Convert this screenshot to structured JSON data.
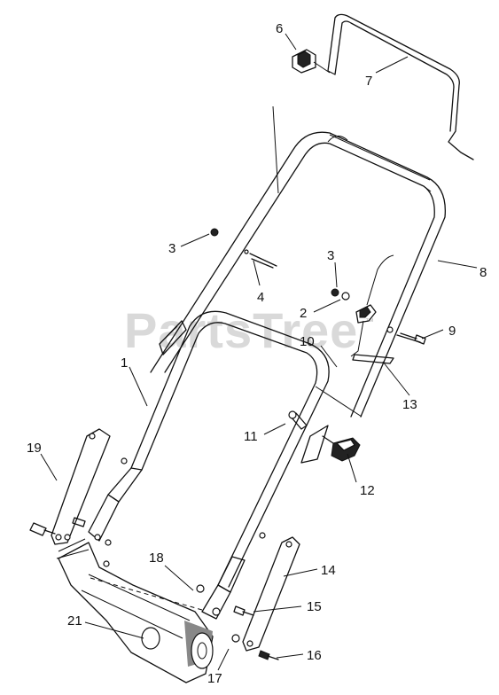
{
  "watermark": {
    "text": "PartsTree",
    "mark": "™"
  },
  "callouts": [
    {
      "id": "c1",
      "text": "1"
    },
    {
      "id": "c2",
      "text": "2"
    },
    {
      "id": "c3a",
      "text": "3"
    },
    {
      "id": "c3b",
      "text": "3"
    },
    {
      "id": "c4",
      "text": "4"
    },
    {
      "id": "c6",
      "text": "6"
    },
    {
      "id": "c7",
      "text": "7"
    },
    {
      "id": "c8",
      "text": "8"
    },
    {
      "id": "c9",
      "text": "9"
    },
    {
      "id": "c10",
      "text": "10"
    },
    {
      "id": "c11",
      "text": "11"
    },
    {
      "id": "c12",
      "text": "12"
    },
    {
      "id": "c13",
      "text": "13"
    },
    {
      "id": "c14",
      "text": "14"
    },
    {
      "id": "c15",
      "text": "15"
    },
    {
      "id": "c16",
      "text": "16"
    },
    {
      "id": "c17",
      "text": "17"
    },
    {
      "id": "c18",
      "text": "18"
    },
    {
      "id": "c19",
      "text": "19"
    },
    {
      "id": "c21",
      "text": "21"
    }
  ]
}
